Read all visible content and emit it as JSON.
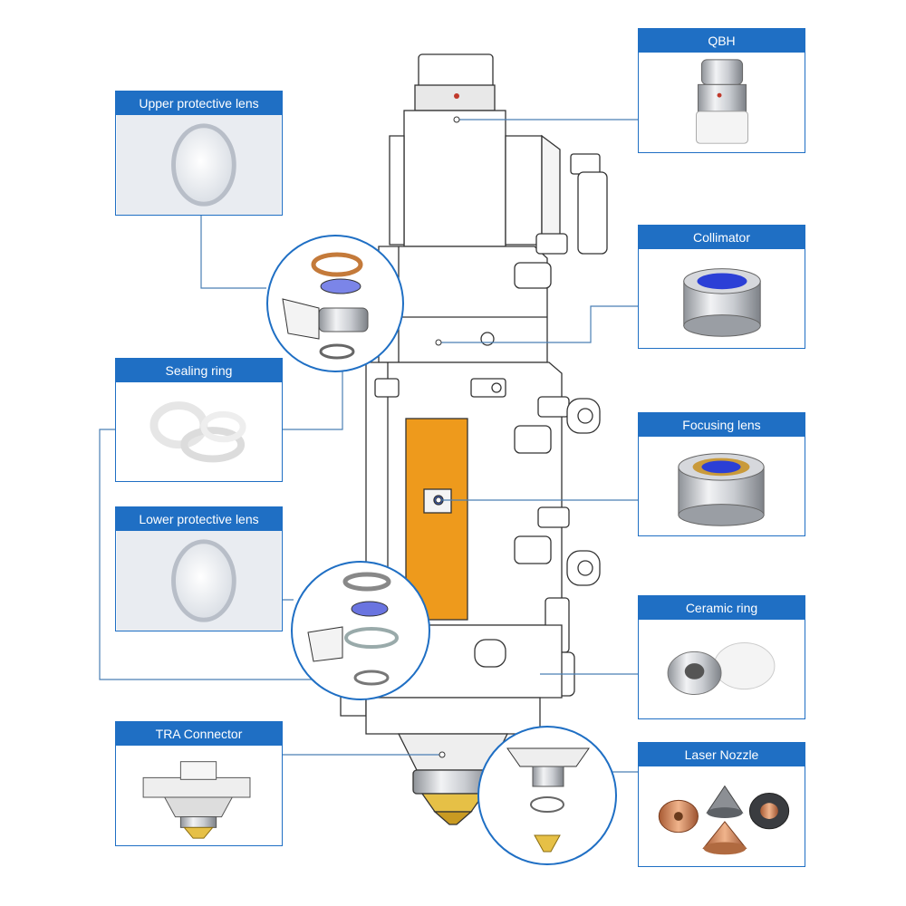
{
  "labels": {
    "upper_protective_lens": "Upper protective lens",
    "sealing_ring": "Sealing ring",
    "lower_protective_lens": "Lower protective lens",
    "tra_connector": "TRA Connector",
    "qbh": "QBH",
    "collimator": "Collimator",
    "focusing_lens": "Focusing lens",
    "ceramic_ring": "Ceramic ring",
    "laser_nozzle": "Laser Nozzle"
  },
  "colors": {
    "callout_blue": "#1f6fc4",
    "leader_line": "#4a7fb5",
    "window_orange": "#ee9a1c",
    "lens_blue": "#2b3fd6",
    "copper": "#d98a5a",
    "brass": "#e6c046"
  }
}
